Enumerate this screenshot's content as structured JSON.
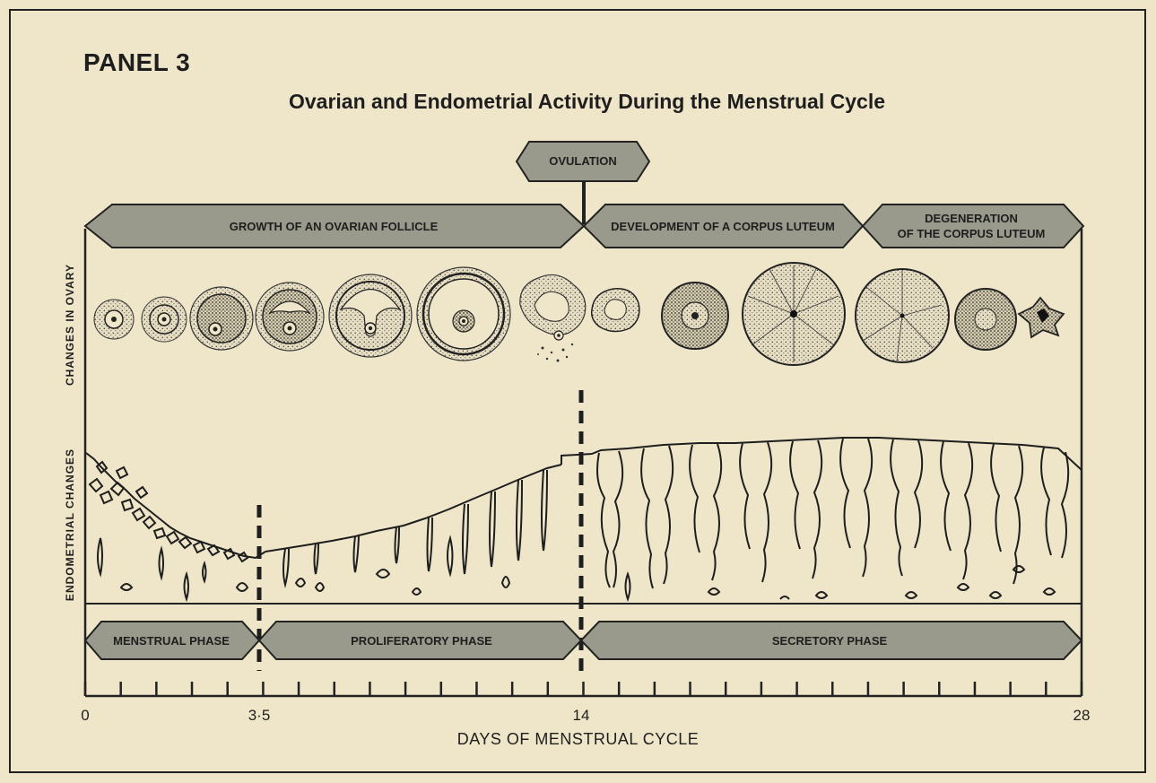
{
  "panel_label": "PANEL 3",
  "title": "Ovarian and Endometrial Activity During the Menstrual Cycle",
  "ovulation_label": "OVULATION",
  "ovary_phases": [
    {
      "id": "follicle",
      "label": "GROWTH OF AN OVARIAN FOLLICLE"
    },
    {
      "id": "corpus",
      "label": "DEVELOPMENT OF A CORPUS LUTEUM"
    },
    {
      "id": "degen",
      "label_line1": "DEGENERATION",
      "label_line2": "OF THE CORPUS LUTEUM"
    }
  ],
  "row_labels": {
    "ovary": "CHANGES IN OVARY",
    "endometrium": "ENDOMETRIAL CHANGES"
  },
  "uterine_phases": [
    {
      "id": "menstrual",
      "label": "MENSTRUAL PHASE"
    },
    {
      "id": "proliferatory",
      "label": "PROLIFERATORY PHASE"
    },
    {
      "id": "secretory",
      "label": "SECRETORY PHASE"
    }
  ],
  "axis": {
    "title": "DAYS OF MENSTRUAL CYCLE",
    "tick_labels": [
      "0",
      "3·5",
      "14",
      "28"
    ],
    "range": [
      0,
      28
    ]
  },
  "colors": {
    "background": "#efe6c9",
    "band_fill": "#9a9a8c",
    "ink": "#1e1e1e"
  }
}
